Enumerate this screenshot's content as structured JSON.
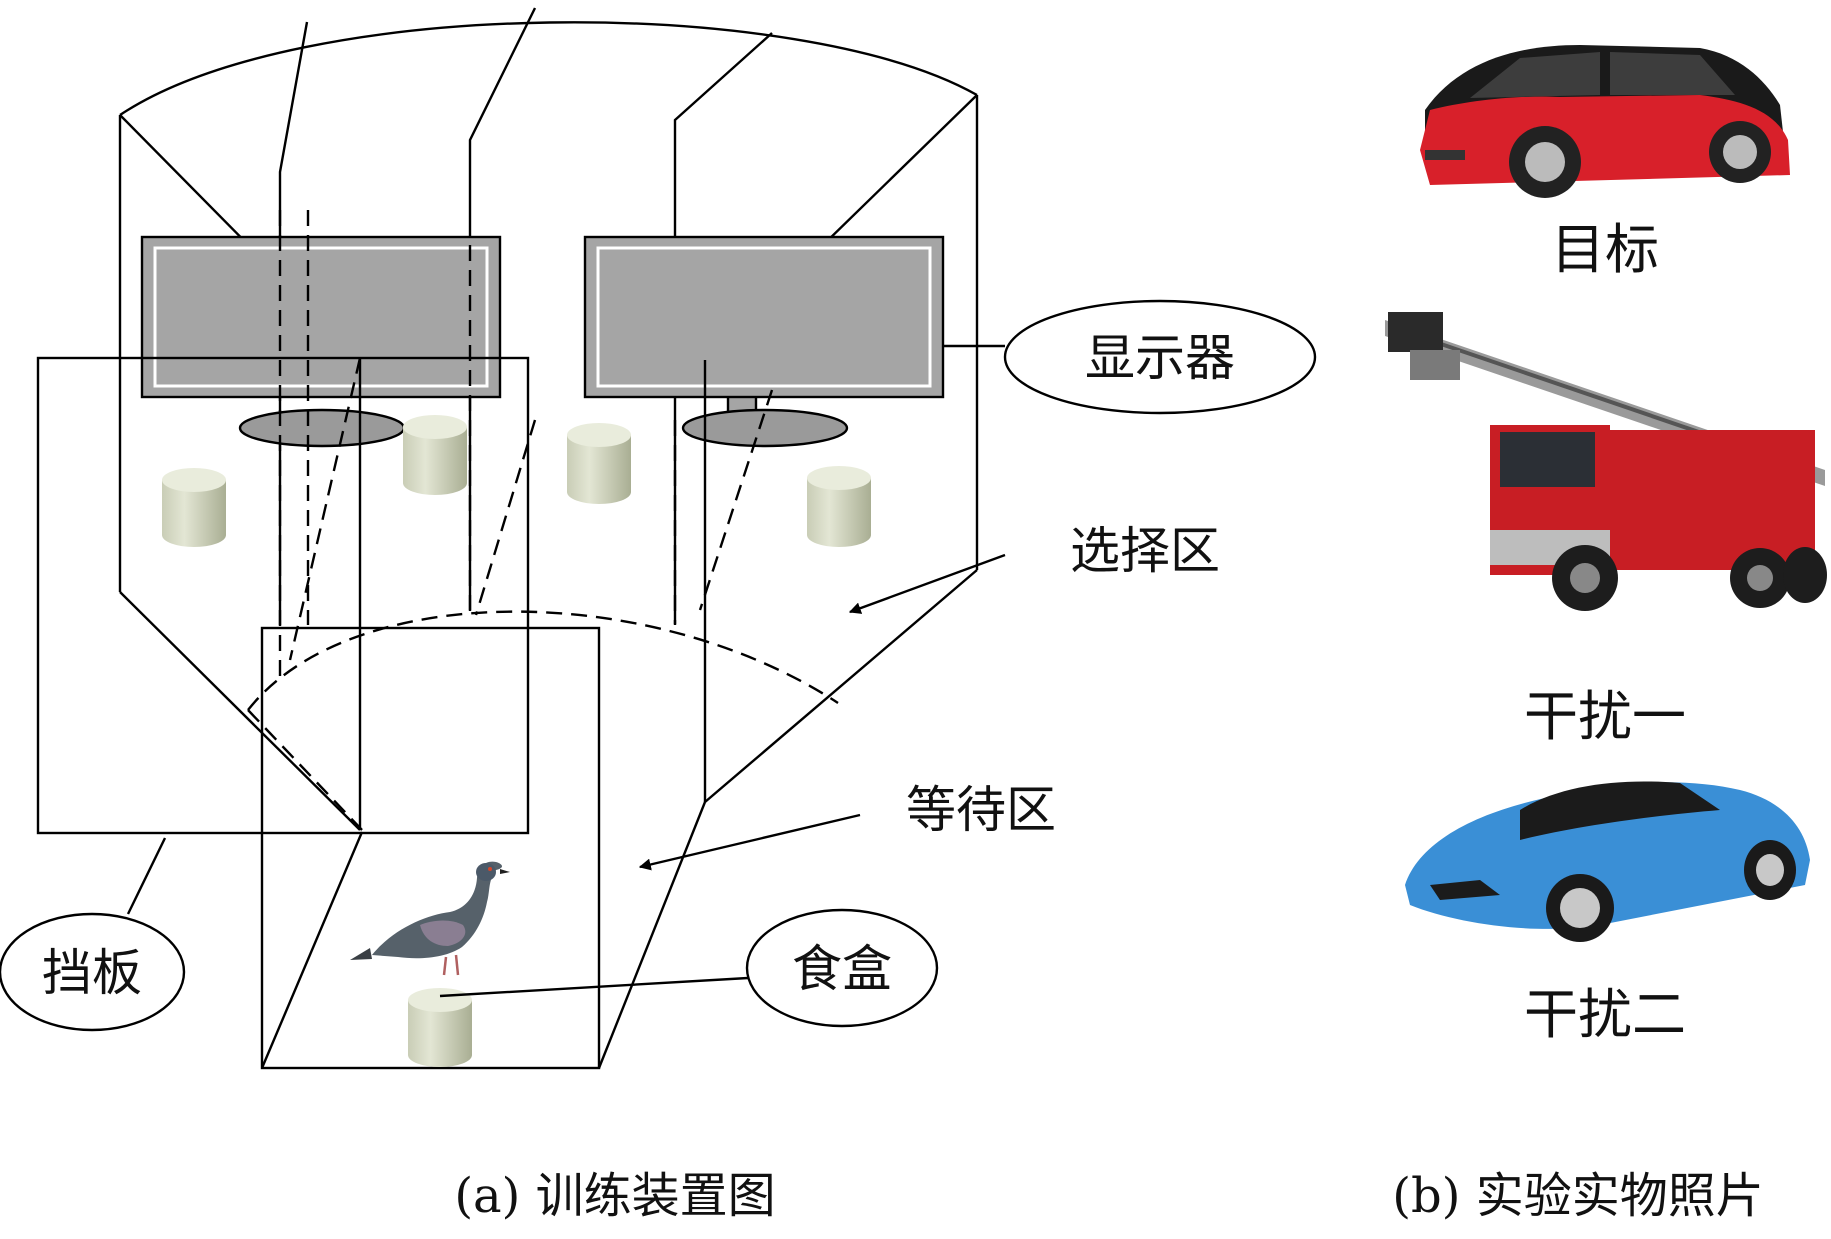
{
  "left_diagram": {
    "labels": {
      "display": "显示器",
      "choice_zone": "选择区",
      "waiting_zone": "等待区",
      "baffle": "挡板",
      "food_box": "食盒"
    },
    "caption": "(a) 训练装置图"
  },
  "right_panel": {
    "items": [
      {
        "label": "目标",
        "color": "#d8202a"
      },
      {
        "label": "干扰一",
        "color": "#c81e24"
      },
      {
        "label": "干扰二",
        "color": "#3a8fd6"
      }
    ],
    "caption": "(b) 实验实物照片"
  }
}
